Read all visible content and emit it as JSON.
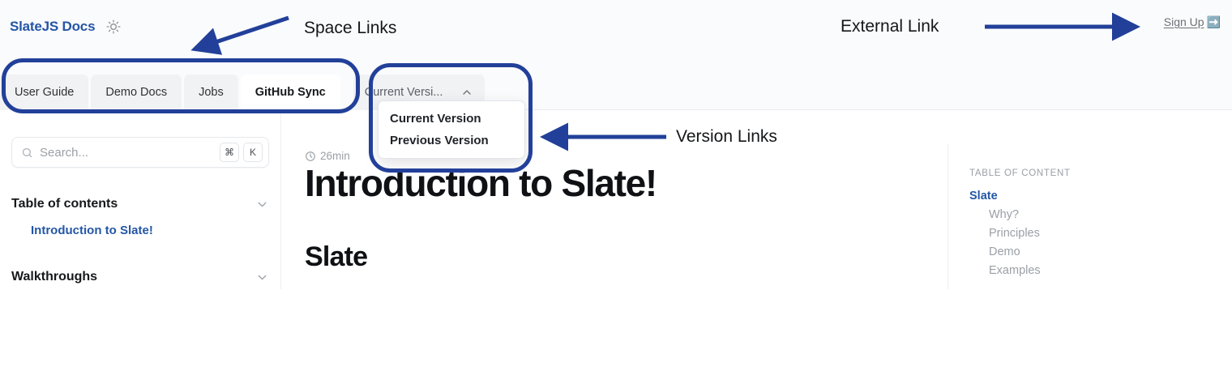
{
  "header": {
    "brand": "SlateJS Docs",
    "theme_toggle_icon": "sun-icon",
    "signup_label": "Sign Up",
    "external_link_icon": "external-link-icon",
    "tabs": [
      {
        "label": "User Guide",
        "active": false
      },
      {
        "label": "Demo Docs",
        "active": false
      },
      {
        "label": "Jobs",
        "active": false
      },
      {
        "label": "GitHub Sync",
        "active": true
      }
    ],
    "version_select": {
      "value": "Current Versi...",
      "chevron_icon": "chevron-up-icon",
      "expanded": true,
      "options": [
        "Current Version",
        "Previous Version"
      ]
    }
  },
  "sidebar": {
    "search": {
      "placeholder": "Search...",
      "icon": "search-icon",
      "shortcut_keys": [
        "⌘",
        "K"
      ]
    },
    "groups": [
      {
        "title": "Table of contents",
        "chevron_icon": "chevron-down-icon",
        "items": [
          {
            "label": "Introduction to Slate!",
            "active": true
          }
        ]
      },
      {
        "title": "Walkthroughs",
        "chevron_icon": "chevron-down-icon",
        "items": []
      }
    ]
  },
  "main": {
    "read_time": "26min",
    "clock_icon": "clock-icon",
    "title": "Introduction to Slate!",
    "heading_2": "Slate"
  },
  "toc": {
    "title": "TABLE OF CONTENT",
    "active_item": "Slate",
    "sub_items": [
      "Why?",
      "Principles",
      "Demo",
      "Examples"
    ]
  },
  "annotations": {
    "space_links": "Space Links",
    "version_links": "Version Links",
    "external_link": "External Link",
    "highlight_color": "#22409a"
  },
  "colors": {
    "brand_blue": "#2456a6",
    "annotation_blue": "#22409a",
    "header_bg": "#fafbfc",
    "tab_inactive_bg": "#f1f2f4",
    "muted_text": "#9aa0a6"
  }
}
